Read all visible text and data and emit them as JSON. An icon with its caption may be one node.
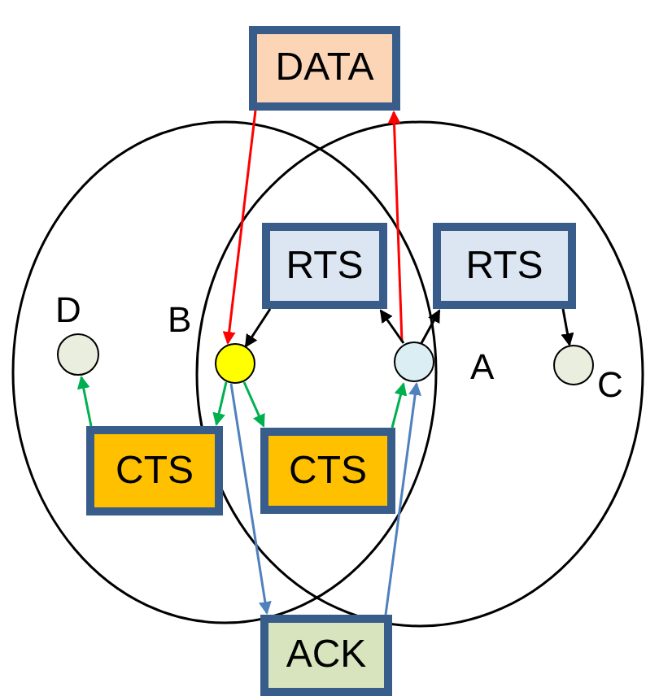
{
  "diagram": {
    "nodes": [
      {
        "text": [
          "DATA"
        ]
      },
      {
        "text": [
          "RTS"
        ]
      },
      {
        "text": [
          "RTS"
        ]
      },
      {
        "text": [],
        "shape": "circle",
        "beside": [
          "D"
        ]
      },
      {
        "text": [],
        "shape": "circle",
        "beside": [
          "B"
        ]
      },
      {
        "text": [],
        "shape": "circle",
        "beside": [
          "A"
        ]
      },
      {
        "text": [],
        "shape": "circle",
        "beside": [
          "C"
        ]
      },
      {
        "text": [
          "CTS"
        ]
      },
      {
        "text": [
          "CTS"
        ]
      },
      {
        "text": [
          "ACK"
        ]
      }
    ],
    "edges": [
      {
        "from": 0,
        "to": 4,
        "arrow": "to",
        "color": "#ff0000"
      },
      {
        "from": 5,
        "to": 0,
        "arrow": "to",
        "color": "#ff0000"
      },
      {
        "from": 5,
        "to": 1,
        "arrow": "to",
        "color": "#000000"
      },
      {
        "from": 5,
        "to": 2,
        "arrow": "to",
        "color": "#000000"
      },
      {
        "from": 1,
        "to": 4,
        "arrow": "to",
        "color": "#000000"
      },
      {
        "from": 2,
        "to": 6,
        "arrow": "to",
        "color": "#000000"
      },
      {
        "from": 4,
        "to": 7,
        "arrow": "to",
        "color": "#00b050"
      },
      {
        "from": 4,
        "to": 8,
        "arrow": "to",
        "color": "#00b050"
      },
      {
        "from": 7,
        "to": 3,
        "arrow": "to",
        "color": "#00b050"
      },
      {
        "from": 8,
        "to": 5,
        "arrow": "to",
        "color": "#00b050"
      },
      {
        "from": 4,
        "to": 9,
        "arrow": "to",
        "color": "#4f81bd"
      },
      {
        "from": 9,
        "to": 5,
        "arrow": "to",
        "color": "#4f81bd"
      }
    ]
  }
}
